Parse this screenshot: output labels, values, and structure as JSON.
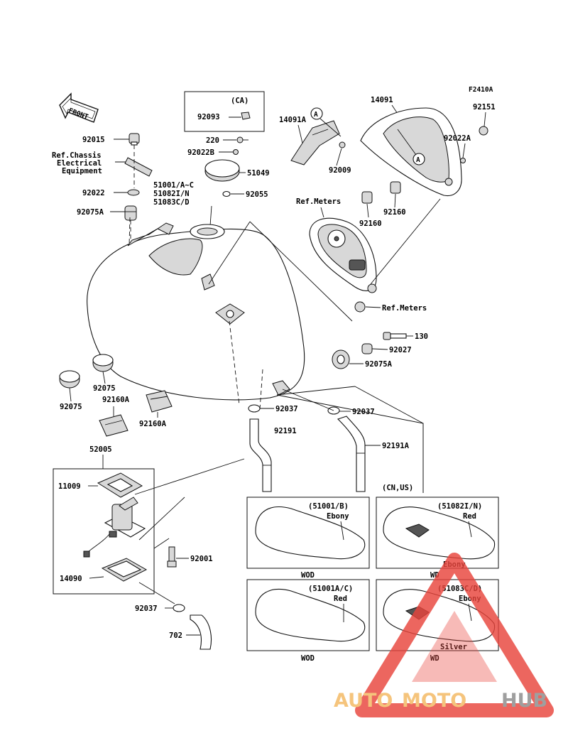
{
  "diagram": {
    "figure_code": "F2410A",
    "front_arrow": "FRONT",
    "labels": {
      "p92015": "92015",
      "ref_chassis_1": "Ref.Chassis",
      "ref_chassis_2": "Electrical",
      "ref_chassis_3": "Equipment",
      "p92022": "92022",
      "p92075A_left": "92075A",
      "ca_box": "(CA)",
      "p92093": "92093",
      "p220": "220",
      "p92022B": "92022B",
      "p51049": "51049",
      "tank_codes_1": "51001/A~C",
      "tank_codes_2": "51082I/N",
      "tank_codes_3": "51083C/D",
      "p92055": "92055",
      "p14091A": "14091A",
      "p92009": "92009",
      "p14091": "14091",
      "p92151": "92151",
      "p92022A": "92022A",
      "circleA_1": "A",
      "circleA_2": "A",
      "ref_meters_1": "Ref.Meters",
      "p92160_a": "92160",
      "p92160_b": "92160",
      "ref_meters_2": "Ref.Meters",
      "p130": "130",
      "p92027": "92027",
      "p92075A_right": "92075A",
      "p92075_a": "92075",
      "p92075_b": "92075",
      "p92160A_a": "92160A",
      "p92160A_b": "92160A",
      "p92037_a": "92037",
      "p92037_b": "92037",
      "p92191": "92191",
      "p92191A": "92191A",
      "cn_us": "(CN,US)",
      "p52005": "52005",
      "p11009": "11009",
      "p92001": "92001",
      "p14090": "14090",
      "p92037_c": "92037",
      "p702": "702"
    },
    "variants": [
      {
        "code": "(51001/B)",
        "color": "Ebony",
        "footer": "WOD"
      },
      {
        "code": "(51082I/N)",
        "color": "Red",
        "color2": "Ebony",
        "footer": ""
      },
      {
        "code": "(51001A/C)",
        "color": "Red",
        "footer": "WOD"
      },
      {
        "code": "(51083C/D)",
        "color": "Ebony",
        "color2": "Silver",
        "footer": "WD"
      }
    ],
    "left_footer_top": "WOD",
    "right_footer_top": "WD"
  },
  "watermark": {
    "part1": "AUTO",
    "part2": "MOTO",
    "part3": "HUB",
    "triangle_color": "#e8453c",
    "orange": "#f4b860",
    "gray": "#8a8a8a"
  }
}
